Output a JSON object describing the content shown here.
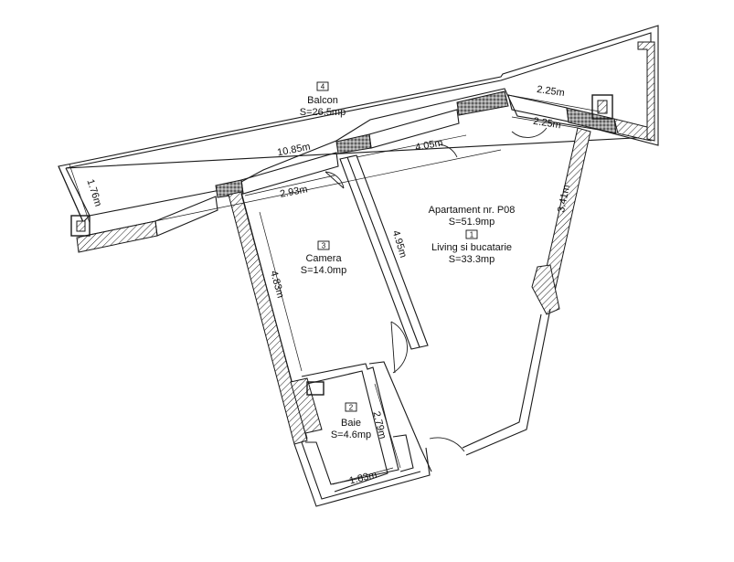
{
  "colors": {
    "ink": "#1a1a1a",
    "paper": "#ffffff"
  },
  "rooms": {
    "balcon": {
      "number": "4",
      "name": "Balcon",
      "area": "S=26.5mp"
    },
    "apartament": {
      "title": "Apartament nr. P08",
      "total": "S=51.9mp"
    },
    "living": {
      "number": "1",
      "name": "Living si bucatarie",
      "area": "S=33.3mp"
    },
    "camera": {
      "number": "3",
      "name": "Camera",
      "area": "S=14.0mp"
    },
    "baie": {
      "number": "2",
      "name": "Baie",
      "area": "S=4.6mp"
    }
  },
  "dimensions": {
    "balcon_length": "10.85m",
    "balcon_depth": "1.76m",
    "balcon_right_top": "2.25m",
    "living_top_right": "2.25m",
    "living_top": "4.05m",
    "camera_width": "2.93m",
    "partition_length": "4.95m",
    "living_right": "3.41m",
    "camera_left": "4.83m",
    "baie_right": "2.79m",
    "baie_width": "1.83m"
  }
}
